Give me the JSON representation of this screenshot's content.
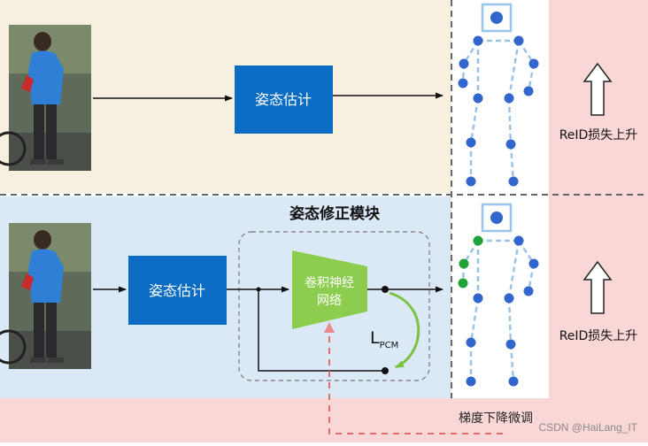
{
  "colors": {
    "top_panel_bg": "#f7efdf",
    "mid_panel_bg": "#dbe9f7",
    "bottom_band_bg": "#fad7d7",
    "right_panel_bg": "#fad7d7",
    "skeleton_panel_bg": "#ffffff",
    "pose_box": "#0a6cc2",
    "cnn_box": "#8ccc4e",
    "joint_blue": "#3366cc",
    "joint_green": "#22a33a",
    "bone": "#9cc3e8",
    "dashed_red": "#e86c6c",
    "divider": "#666666"
  },
  "top_row": {
    "pose_box_label": "姿态估计",
    "loss_label": "ReID损失上升"
  },
  "bottom_row": {
    "module_title": "姿态修正模块",
    "pose_box_label": "姿态估计",
    "cnn_label_line1": "卷积神经",
    "cnn_label_line2": "网络",
    "lpcm_main": "L",
    "lpcm_sub": "PCM",
    "loss_label": "ReID损失上升",
    "finetune_label": "梯度下降微调"
  },
  "watermark": "CSDN @HaiLang_IT"
}
